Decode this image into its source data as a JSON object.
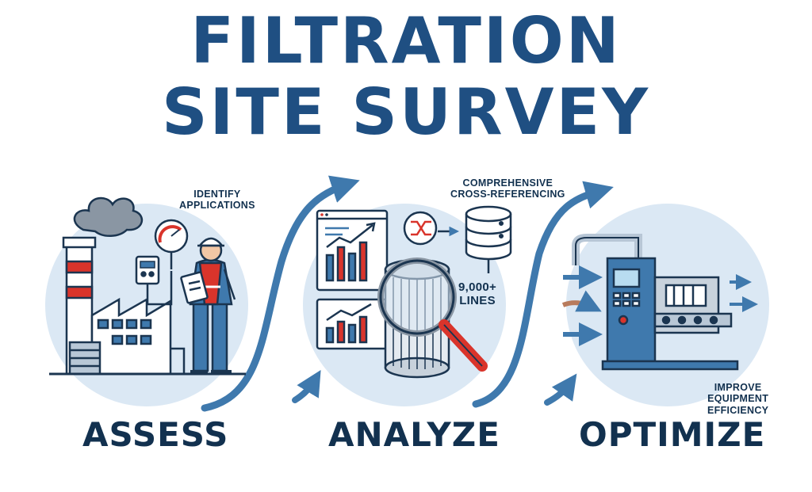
{
  "title": {
    "line1": "FILTRATION",
    "line2": "SITE SURVEY"
  },
  "stages": [
    {
      "label": "ASSESS",
      "note": [
        "IDENTIFY",
        "APPLICATIONS"
      ]
    },
    {
      "label": "ANALYZE",
      "note": [
        "COMPREHENSIVE",
        "CROSS-REFERENCING"
      ],
      "stat": [
        "9,000+",
        "LINES"
      ]
    },
    {
      "label": "OPTIMIZE",
      "note": [
        "IMPROVE",
        "EQUIPMENT",
        "EFFICIENCY"
      ]
    }
  ],
  "icons": [
    "factory-icon",
    "pressure-gauge-icon",
    "worker-icon",
    "clipboard-icon",
    "dashboard-chart-icon",
    "shuffle-icon",
    "database-icon",
    "magnifier-icon",
    "filter-cartridge-icon",
    "industrial-machine-icon",
    "flow-arrow-icon"
  ],
  "colors": {
    "title": "#1f4f82",
    "accent_red": "#d9342b",
    "circle": "#dbe8f4",
    "arrow": "#3f79ad"
  }
}
